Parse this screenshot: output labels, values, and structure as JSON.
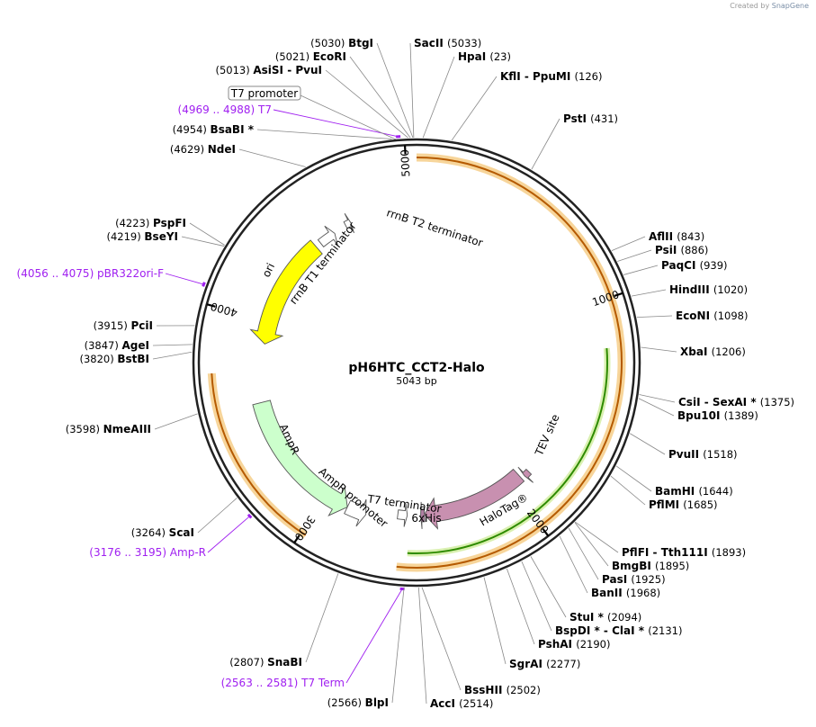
{
  "branding": {
    "created_by": "Created by",
    "app": "SnapGene"
  },
  "plasmid": {
    "name": "pH6HTC_CCT2-Halo",
    "length_label": "5043 bp",
    "length": 5043
  },
  "ticks": [
    {
      "label": "5000",
      "pos": 5000
    },
    {
      "label": "1000",
      "pos": 1000
    },
    {
      "label": "2000",
      "pos": 2000
    },
    {
      "label": "3000",
      "pos": 3000
    },
    {
      "label": "4000",
      "pos": 4000
    }
  ],
  "features": [
    {
      "name": "T7 promoter",
      "start": 5021,
      "end": 5039,
      "color": "#ffffff",
      "type": "boxlabel"
    },
    {
      "name": "rrnB T1 terminator",
      "start": 4500,
      "end": 4590,
      "color": "#ffffff",
      "type": "arrow"
    },
    {
      "name": "rrnB T2 terminator",
      "start": 4660,
      "end": 4690,
      "color": "#ffffff",
      "type": "arrow"
    },
    {
      "name": "ori",
      "start": 3880,
      "end": 4470,
      "color": "#ffff00",
      "type": "arrow"
    },
    {
      "name": "AmpR",
      "start": 2880,
      "end": 3580,
      "color": "#ccffcc",
      "type": "arrow"
    },
    {
      "name": "AmpR promoter",
      "start": 2780,
      "end": 2880,
      "color": "#ffffff",
      "type": "arrow"
    },
    {
      "name": "T7 terminator",
      "start": 2570,
      "end": 2620,
      "color": "#ffffff",
      "type": "arrow"
    },
    {
      "name": "6xHis",
      "start": 2480,
      "end": 2500,
      "color": "#b07fa3",
      "type": "arrow"
    },
    {
      "name": "HaloTag®",
      "start": 1930,
      "end": 2480,
      "color": "#c890b0",
      "type": "arrow"
    },
    {
      "name": "TEV site",
      "start": 1880,
      "end": 1910,
      "color": "#c890b0",
      "type": "arrow"
    }
  ],
  "primers": [
    {
      "label": "(4969 .. 4988)  T7",
      "pos": 4978
    },
    {
      "label": "(4056 .. 4075)  pBR322ori-F",
      "pos": 4065
    },
    {
      "label": "(3176 .. 3195)  Amp-R",
      "pos": 3185
    },
    {
      "label": "(2563 .. 2581)  T7 Term",
      "pos": 2572
    }
  ],
  "sites": [
    {
      "pos_label": "(5030)",
      "name": "BtgI",
      "pos": 5030
    },
    {
      "pos_label": "(5021)",
      "name": "EcoRI",
      "pos": 5021
    },
    {
      "pos_label": "(5013)",
      "name": "AsiSI  -  PvuI",
      "pos": 5013
    },
    {
      "pos_label": "(4954)",
      "name": "BsaBI *",
      "pos": 4954
    },
    {
      "pos_label": "(4629)",
      "name": "NdeI",
      "pos": 4629
    },
    {
      "pos_label": "(4223)",
      "name": "PspFI",
      "pos": 4223
    },
    {
      "pos_label": "(4219)",
      "name": "BseYI",
      "pos": 4219
    },
    {
      "pos_label": "(3915)",
      "name": "PciI",
      "pos": 3915
    },
    {
      "pos_label": "(3847)",
      "name": "AgeI",
      "pos": 3847
    },
    {
      "pos_label": "(3820)",
      "name": "BstBI",
      "pos": 3820
    },
    {
      "pos_label": "(3598)",
      "name": "NmeAIII",
      "pos": 3598
    },
    {
      "pos_label": "(3264)",
      "name": "ScaI",
      "pos": 3264
    },
    {
      "pos_label": "(2807)",
      "name": "SnaBI",
      "pos": 2807
    },
    {
      "pos_label": "(2566)",
      "name": "BlpI",
      "pos": 2566
    },
    {
      "pos_label": "(5033)",
      "name": "SacII",
      "pos": 5033
    },
    {
      "pos_label": "(23)",
      "name": "HpaI",
      "pos": 23
    },
    {
      "pos_label": "(126)",
      "name": "KflI  -  PpuMI",
      "pos": 126
    },
    {
      "pos_label": "(431)",
      "name": "PstI",
      "pos": 431
    },
    {
      "pos_label": "(843)",
      "name": "AflII",
      "pos": 843
    },
    {
      "pos_label": "(886)",
      "name": "PsiI",
      "pos": 886
    },
    {
      "pos_label": "(939)",
      "name": "PaqCI",
      "pos": 939
    },
    {
      "pos_label": "(1020)",
      "name": "HindIII",
      "pos": 1020
    },
    {
      "pos_label": "(1098)",
      "name": "EcoNI",
      "pos": 1098
    },
    {
      "pos_label": "(1206)",
      "name": "XbaI",
      "pos": 1206
    },
    {
      "pos_label": "(1375)",
      "name": "CsiI  -  SexAI *",
      "pos": 1375
    },
    {
      "pos_label": "(1389)",
      "name": "Bpu10I",
      "pos": 1389
    },
    {
      "pos_label": "(1518)",
      "name": "PvuII",
      "pos": 1518
    },
    {
      "pos_label": "(1644)",
      "name": "BamHI",
      "pos": 1644
    },
    {
      "pos_label": "(1685)",
      "name": "PflMI",
      "pos": 1685
    },
    {
      "pos_label": "(1893)",
      "name": "PflFI  -  Tth111I",
      "pos": 1893
    },
    {
      "pos_label": "(1895)",
      "name": "BmgBI",
      "pos": 1895
    },
    {
      "pos_label": "(1925)",
      "name": "PasI",
      "pos": 1925
    },
    {
      "pos_label": "(1968)",
      "name": "BanII",
      "pos": 1968
    },
    {
      "pos_label": "(2094)",
      "name": "StuI *",
      "pos": 2094
    },
    {
      "pos_label": "(2131)",
      "name": "BspDI *  -  ClaI *",
      "pos": 2131
    },
    {
      "pos_label": "(2190)",
      "name": "PshAI",
      "pos": 2190
    },
    {
      "pos_label": "(2277)",
      "name": "SgrAI",
      "pos": 2277
    },
    {
      "pos_label": "(2502)",
      "name": "BssHII",
      "pos": 2502
    },
    {
      "pos_label": "(2514)",
      "name": "AccI",
      "pos": 2514
    }
  ]
}
